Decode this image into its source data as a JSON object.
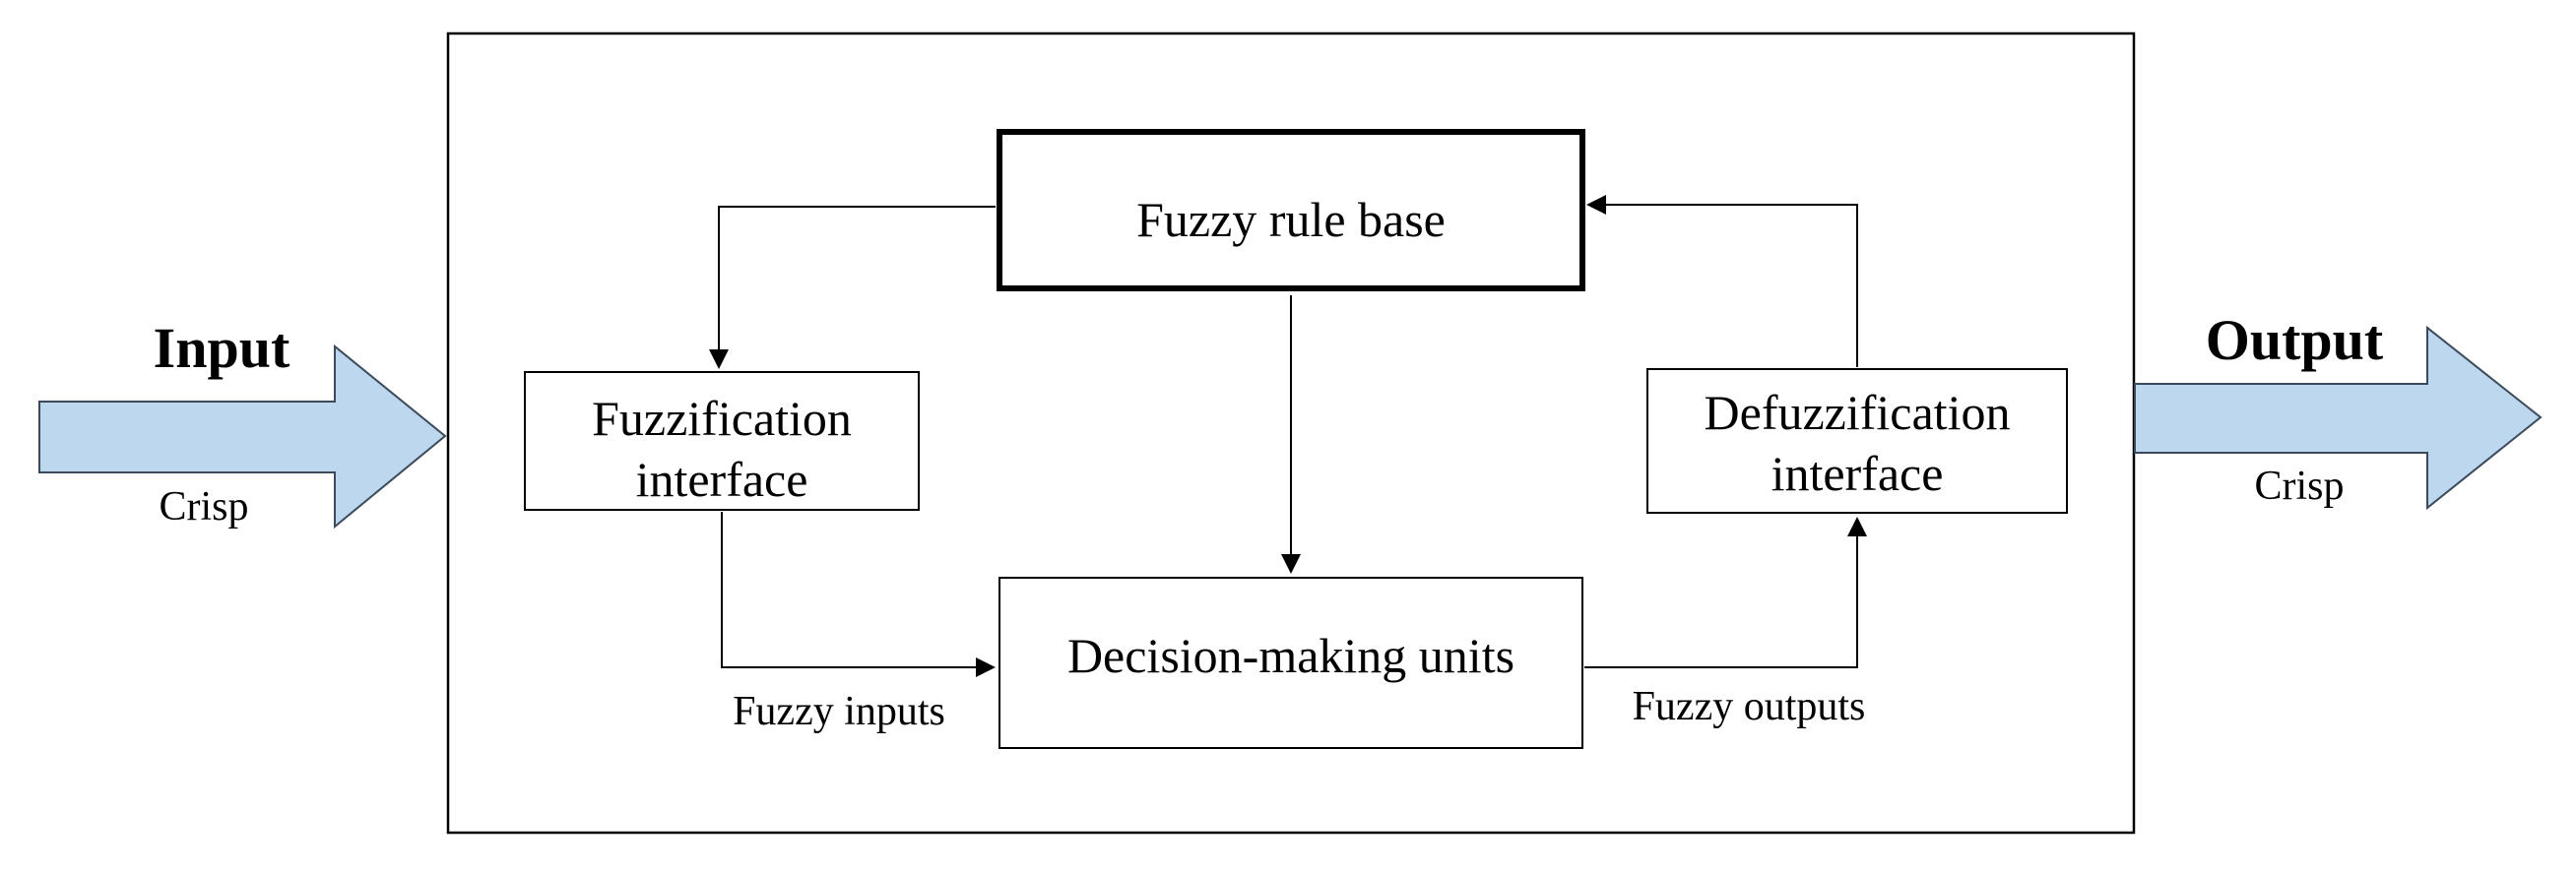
{
  "input": {
    "label": "Input",
    "sublabel": "Crisp"
  },
  "output": {
    "label": "Output",
    "sublabel": "Crisp"
  },
  "rule_base": {
    "label": "Fuzzy rule base"
  },
  "fuzzification": {
    "line1": "Fuzzification",
    "line2": "interface"
  },
  "defuzzification": {
    "line1": "Defuzzification",
    "line2": "interface"
  },
  "decision": {
    "label": "Decision-making units"
  },
  "edges": {
    "fuzzy_inputs": "Fuzzy inputs",
    "fuzzy_outputs": "Fuzzy outputs"
  },
  "colors": {
    "arrow_fill": "#bdd7ee",
    "arrow_stroke": "#3b4a5a",
    "line": "#000000"
  }
}
